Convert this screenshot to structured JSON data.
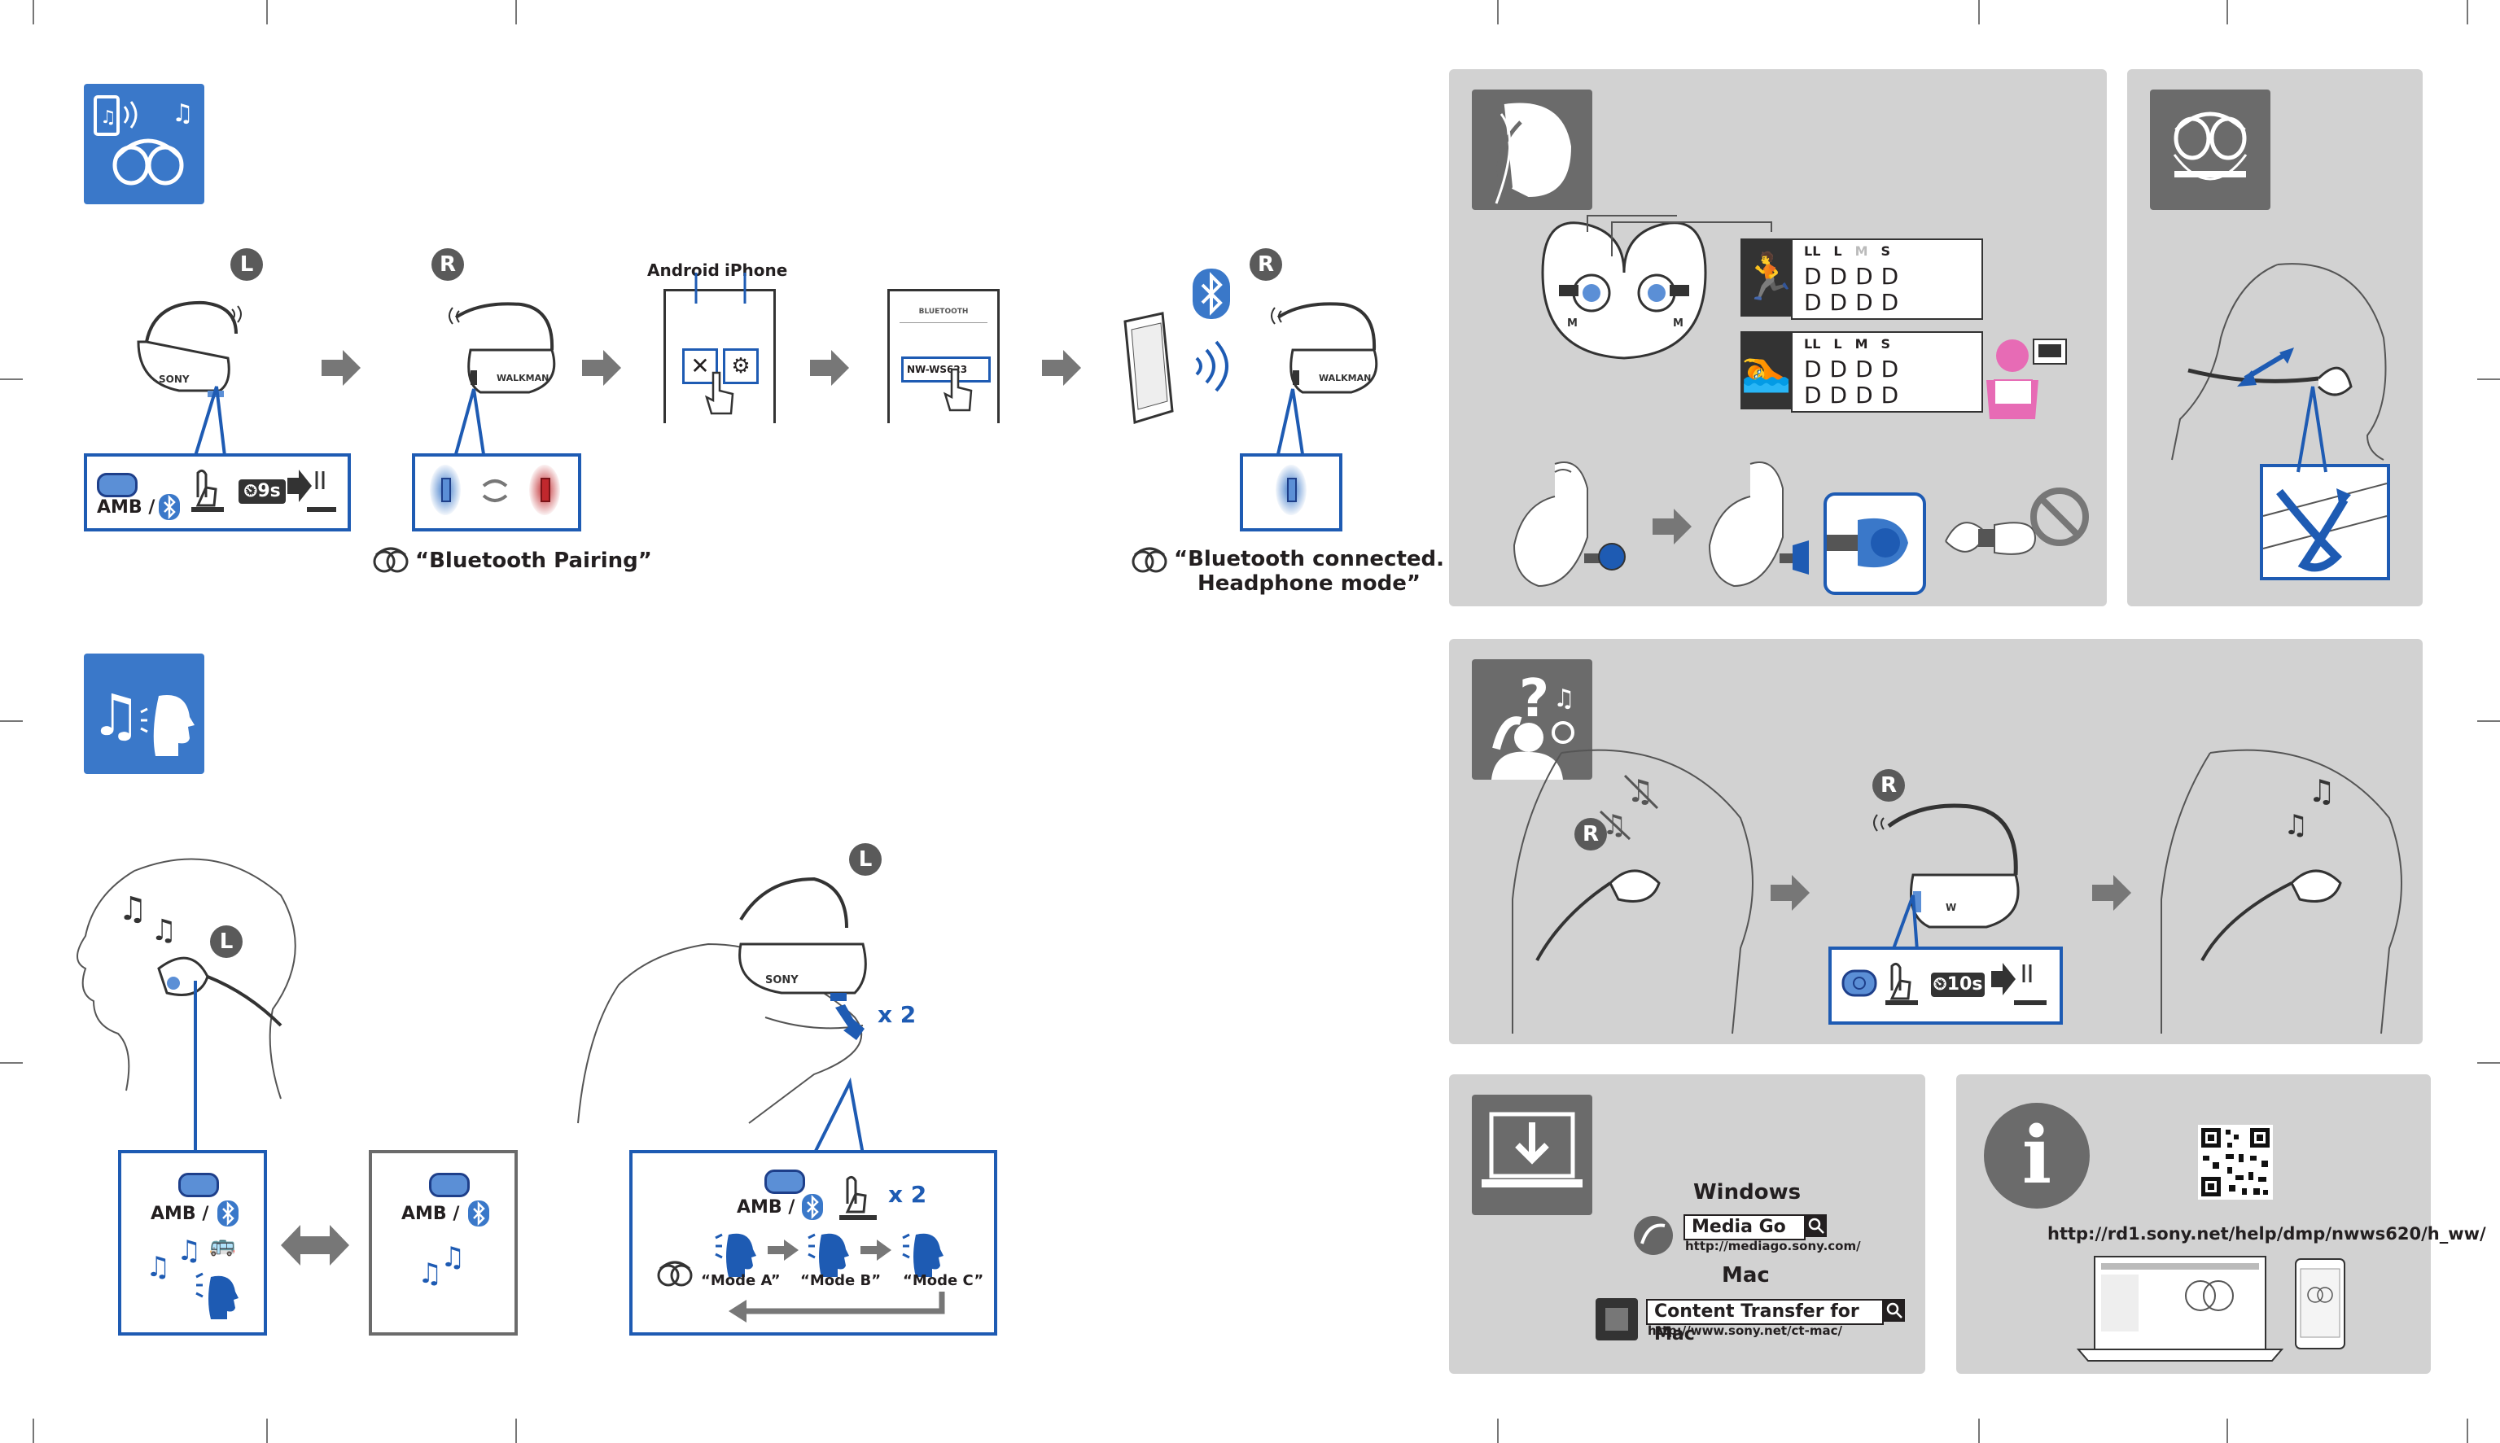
{
  "step1": {
    "side_left": "L",
    "side_right": "R",
    "sony_label": "SONY",
    "walkman_label": "WALKMAN",
    "amb_label": "AMB /",
    "hold_seconds": "9s",
    "android_label": "Android",
    "iphone_label": "iPhone",
    "screen_header": "BLUETOOTH",
    "device_name": "NW-WS623",
    "pairing_caption": "“Bluetooth Pairing”",
    "connected_caption_line1": "“Bluetooth connected.",
    "connected_caption_line2": "Headphone mode”"
  },
  "step2": {
    "side_left": "L",
    "sony_label": "SONY",
    "amb_label": "AMB /",
    "times_two": "x 2",
    "mode_a": "“Mode A”",
    "mode_b": "“Mode B”",
    "mode_c": "“Mode C”"
  },
  "fit": {
    "sizes_header": [
      "LL",
      "L",
      "M",
      "S"
    ],
    "earbud_mark": "M"
  },
  "reset": {
    "side_right": "R",
    "hold_seconds": "10s"
  },
  "software": {
    "windows_label": "Windows",
    "media_go_label": "Media Go",
    "media_go_url": "http://mediago.sony.com/",
    "mac_label": "Mac",
    "ctm_label": "Content Transfer for Mac",
    "ctm_url": "http://www.sony.net/ct-mac/"
  },
  "help": {
    "url": "http://rd1.sony.net/help/dmp/nwws620/h_ww/"
  },
  "colors": {
    "accent_blue": "#3a78c9",
    "panel_gray": "#d2d2d2",
    "tile_gray": "#6b6b6b",
    "led_red": "#c0282d",
    "swimmer_pink": "#e76bb5"
  }
}
